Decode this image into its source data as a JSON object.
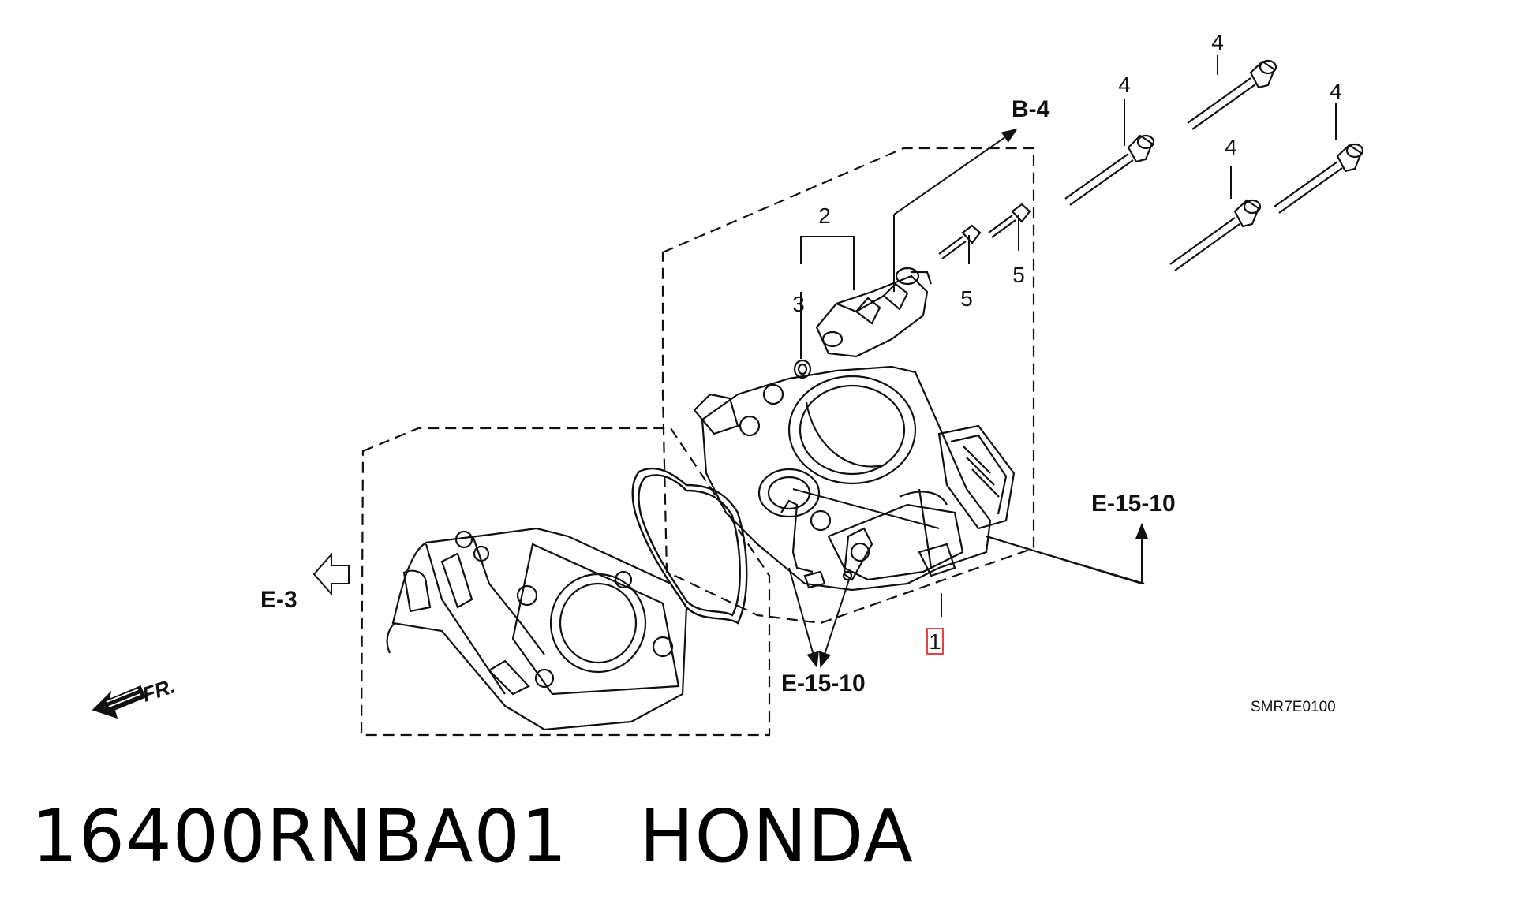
{
  "diagram": {
    "callouts": {
      "part1": "1",
      "part2": "2",
      "part3": "3",
      "part4a": "4",
      "part4b": "4",
      "part4c": "4",
      "part4d": "4",
      "part5a": "5",
      "part5b": "5"
    },
    "references": {
      "b4": "B-4",
      "e15_10_right": "E-15-10",
      "e15_10_bottom": "E-15-10",
      "e3": "E-3"
    },
    "direction_label": "FR.",
    "drawing_code": "SMR7E0100"
  },
  "footer": {
    "part_number": "16400RNBA01",
    "brand": "HONDA"
  },
  "colors": {
    "ink": "#111111",
    "highlight_box": "#e03030"
  }
}
